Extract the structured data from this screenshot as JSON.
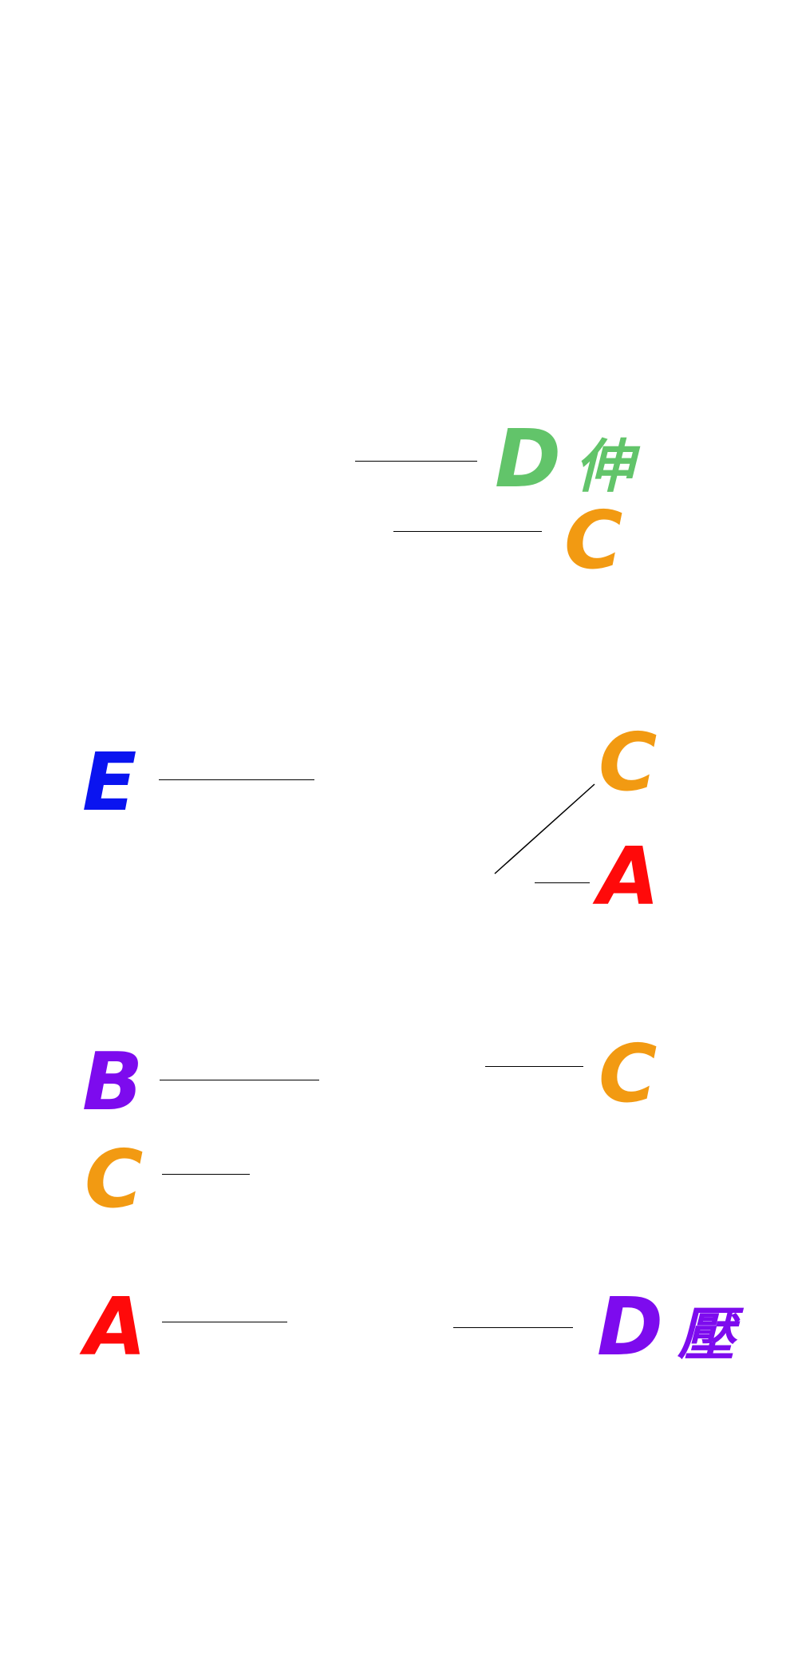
{
  "colors": {
    "green": "#62c46a",
    "orange": "#f29a12",
    "blue": "#0a14f0",
    "red": "#ff0a0a",
    "purple": "#7d0bee",
    "line": "#000000"
  },
  "labels": {
    "top_d": {
      "letter": "D",
      "kanji": "伸",
      "color": "green"
    },
    "top_c": {
      "letter": "C",
      "color": "orange"
    },
    "mid_e": {
      "letter": "E",
      "color": "blue"
    },
    "mid_c": {
      "letter": "C",
      "color": "orange"
    },
    "mid_a": {
      "letter": "A",
      "color": "red"
    },
    "low_b": {
      "letter": "B",
      "color": "purple"
    },
    "low_c_right": {
      "letter": "C",
      "color": "orange"
    },
    "low_c_left": {
      "letter": "C",
      "color": "orange"
    },
    "bottom_a": {
      "letter": "A",
      "color": "red"
    },
    "bottom_d": {
      "letter": "D",
      "kanji": "壓",
      "color": "purple"
    }
  }
}
